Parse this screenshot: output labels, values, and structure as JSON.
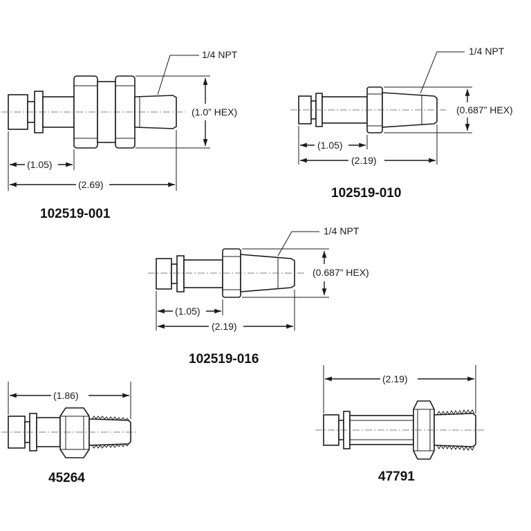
{
  "parts": [
    {
      "part_number": "102519-001",
      "thread": "1/4 NPT",
      "hex": "(1.0” HEX)",
      "dim_short": "(1.05)",
      "dim_overall": "(2.69)"
    },
    {
      "part_number": "102519-010",
      "thread": "1/4 NPT",
      "hex": "(0.687” HEX)",
      "dim_short": "(1.05)",
      "dim_overall": "(2.19)"
    },
    {
      "part_number": "102519-016",
      "thread": "1/4 NPT",
      "hex": "(0.687” HEX)",
      "dim_short": "(1.05)",
      "dim_overall": "(2.19)"
    },
    {
      "part_number": "45264",
      "dim_overall": "(1.86)"
    },
    {
      "part_number": "47791",
      "dim_overall": "(2.19)"
    }
  ]
}
